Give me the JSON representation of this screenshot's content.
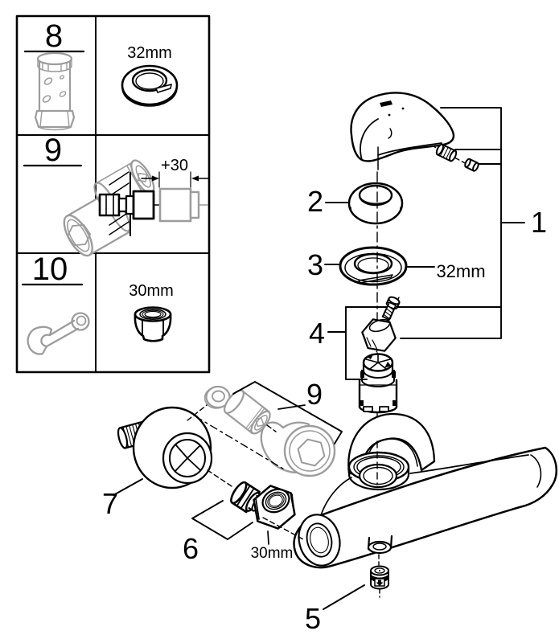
{
  "diagram": {
    "type": "exploded-parts-diagram",
    "subject": "single-lever shower mixer",
    "callouts": {
      "n1": "1",
      "n2": "2",
      "n3": "3",
      "n4": "4",
      "n5": "5",
      "n6": "6",
      "n7": "7",
      "n9": "9"
    },
    "dimension_labels": {
      "ring_nut": "32mm",
      "union_nut": "30mm"
    },
    "tools_table": {
      "rows": [
        {
          "item": "8",
          "label": "32mm"
        },
        {
          "item": "9",
          "label": "+30"
        },
        {
          "item": "10",
          "label": "30mm"
        }
      ]
    },
    "colors": {
      "line": "#000000",
      "muted_part": "#9c9c9c",
      "background": "#ffffff"
    }
  }
}
